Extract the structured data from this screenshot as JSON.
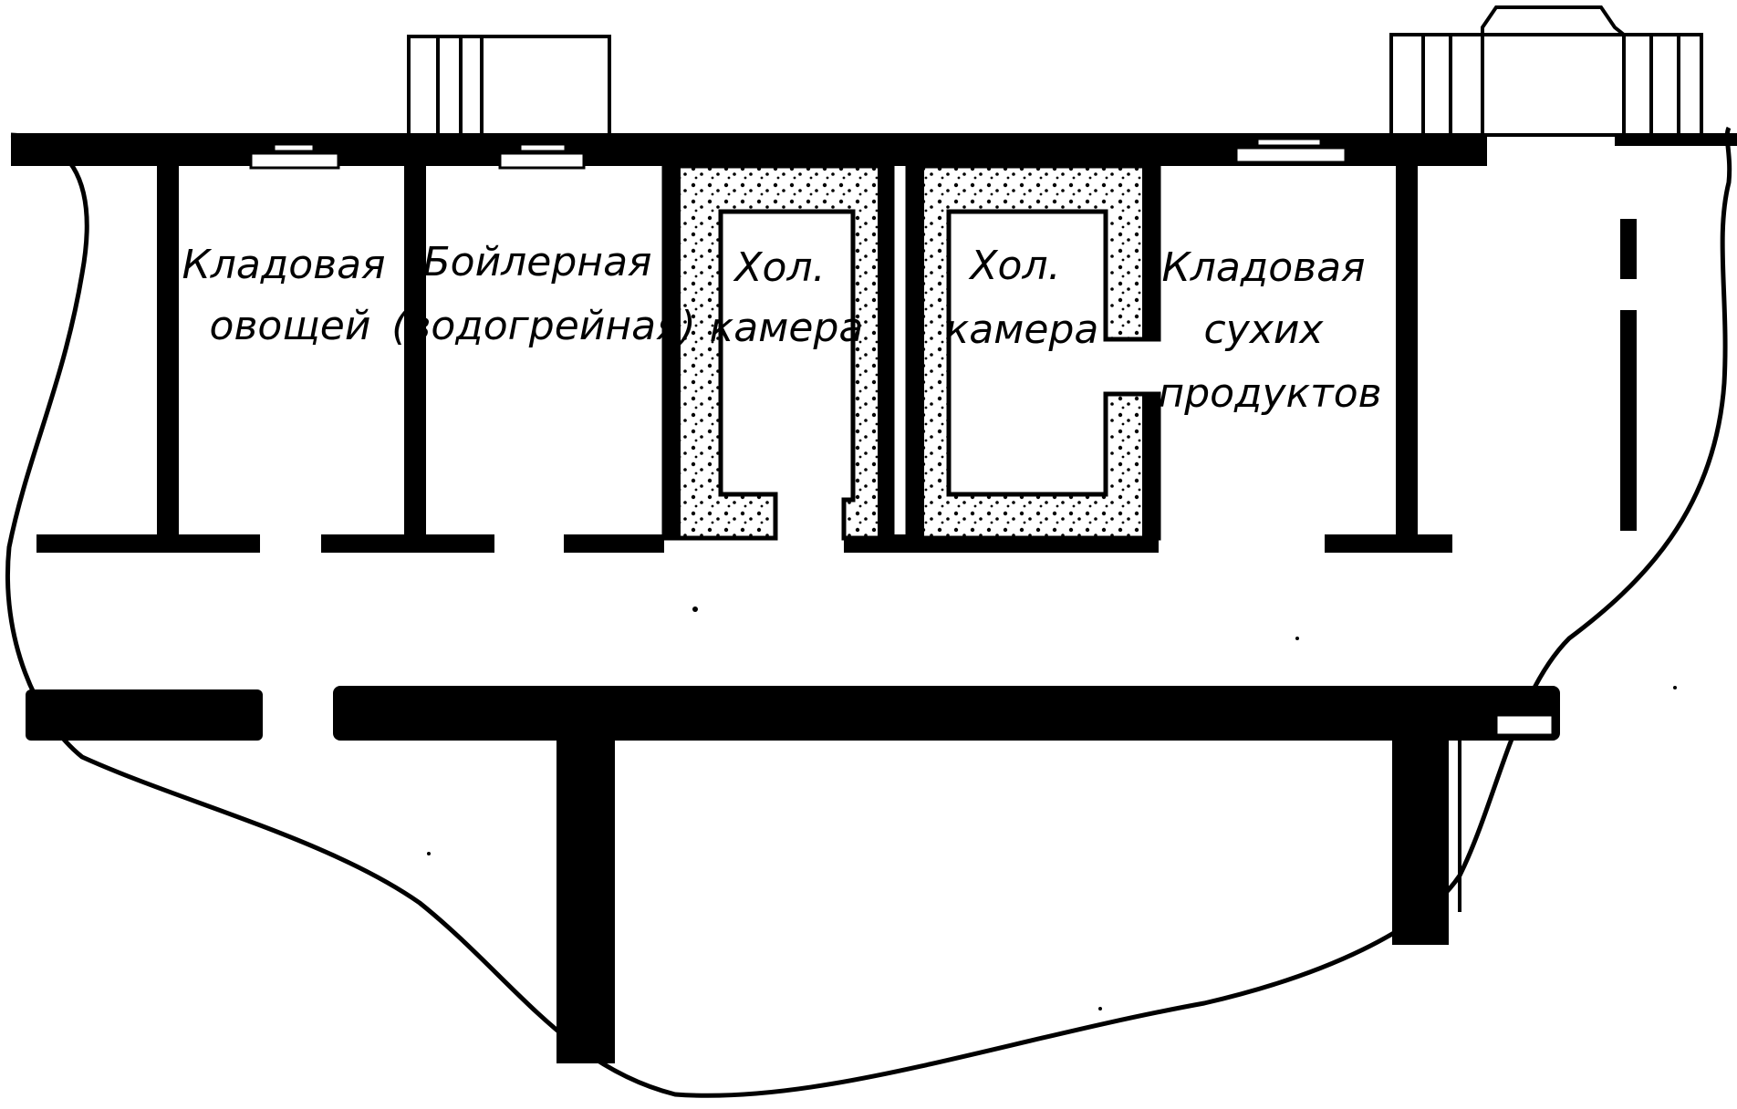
{
  "diagram": {
    "colors": {
      "ink": "#000000",
      "paper": "#ffffff"
    },
    "rooms": [
      {
        "id": "vegetable-store",
        "lines": [
          "Кладовая",
          "овощей"
        ]
      },
      {
        "id": "boiler-room",
        "lines": [
          "Бойлерная",
          "(водогрейная)"
        ]
      },
      {
        "id": "cold-chamber-1",
        "lines": [
          "Хол.",
          "камера"
        ]
      },
      {
        "id": "cold-chamber-2",
        "lines": [
          "Хол.",
          "камера"
        ]
      },
      {
        "id": "dry-goods-store",
        "lines": [
          "Кладовая",
          "сухих",
          "продуктов"
        ]
      }
    ]
  }
}
